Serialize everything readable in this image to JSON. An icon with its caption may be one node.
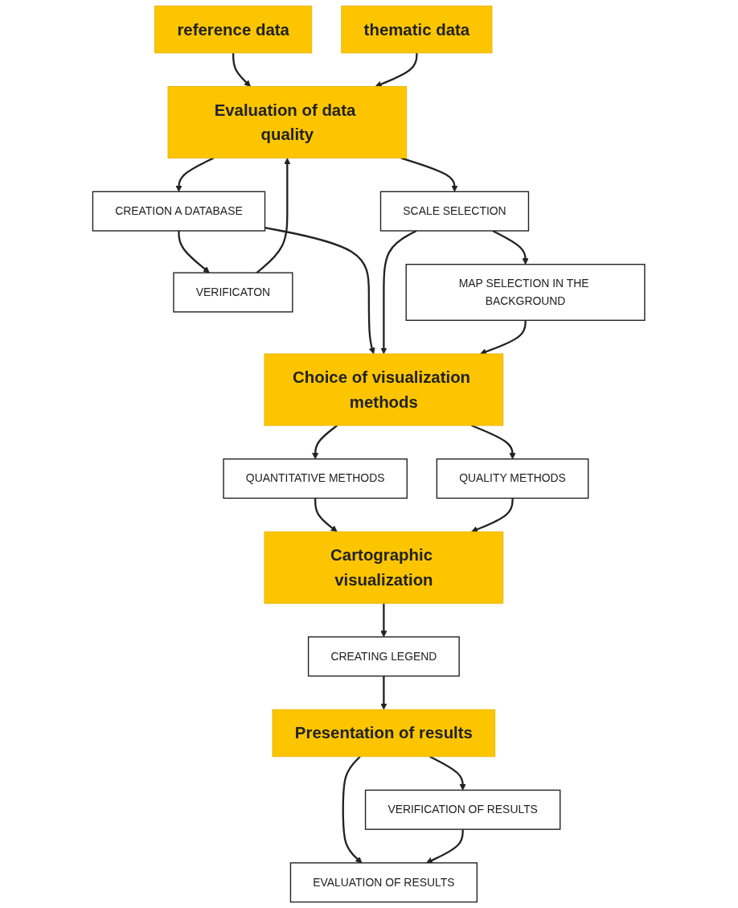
{
  "diagram": {
    "nodes": [
      {
        "text": [
          "reference data"
        ]
      },
      {
        "text": [
          "thematic data"
        ]
      },
      {
        "text": [
          "Evaluation of data quality"
        ]
      },
      {
        "text": [
          "VERIFICATON"
        ]
      },
      {
        "text": [
          "CREATION A DATABASE"
        ]
      },
      {
        "text": [
          "SCALE SELECTION"
        ]
      },
      {
        "text": [
          "MAP SELECTION IN THE BACKGROUND"
        ]
      },
      {
        "text": [
          "Choice of visualization methods"
        ]
      },
      {
        "text": [
          "QUANTITATIVE METHODS"
        ]
      },
      {
        "text": [
          "QUALITY METHODS"
        ]
      },
      {
        "text": [
          "Cartographic visualization"
        ]
      },
      {
        "text": [
          "CREATING LEGEND"
        ]
      },
      {
        "text": [
          "Presentation of results"
        ]
      },
      {
        "text": [
          "VERIFICATION OF RESULTS"
        ]
      },
      {
        "text": [
          "EVALUATION OF RESULTS"
        ]
      }
    ],
    "edges": [
      {
        "from": 0,
        "to": 2,
        "arrow": "to"
      },
      {
        "from": 1,
        "to": 2,
        "arrow": "to"
      },
      {
        "from": 3,
        "to": 2,
        "arrow": "to"
      },
      {
        "from": 2,
        "to": 4,
        "arrow": "to"
      },
      {
        "from": 2,
        "to": 5,
        "arrow": "to"
      },
      {
        "from": 4,
        "to": 3,
        "arrow": "to"
      },
      {
        "from": 4,
        "to": 7,
        "arrow": "to"
      },
      {
        "from": 5,
        "to": 7,
        "arrow": "to"
      },
      {
        "from": 5,
        "to": 6,
        "arrow": "to"
      },
      {
        "from": 6,
        "to": 7,
        "arrow": "to"
      },
      {
        "from": 7,
        "to": 8,
        "arrow": "to"
      },
      {
        "from": 7,
        "to": 9,
        "arrow": "to"
      },
      {
        "from": 8,
        "to": 10,
        "arrow": "to"
      },
      {
        "from": 9,
        "to": 10,
        "arrow": "to"
      },
      {
        "from": 10,
        "to": 11,
        "arrow": "to"
      },
      {
        "from": 11,
        "to": 12,
        "arrow": "to"
      },
      {
        "from": 12,
        "to": 13,
        "arrow": "to"
      },
      {
        "from": 12,
        "to": 14,
        "arrow": "to"
      },
      {
        "from": 13,
        "to": 14,
        "arrow": "to"
      }
    ]
  }
}
